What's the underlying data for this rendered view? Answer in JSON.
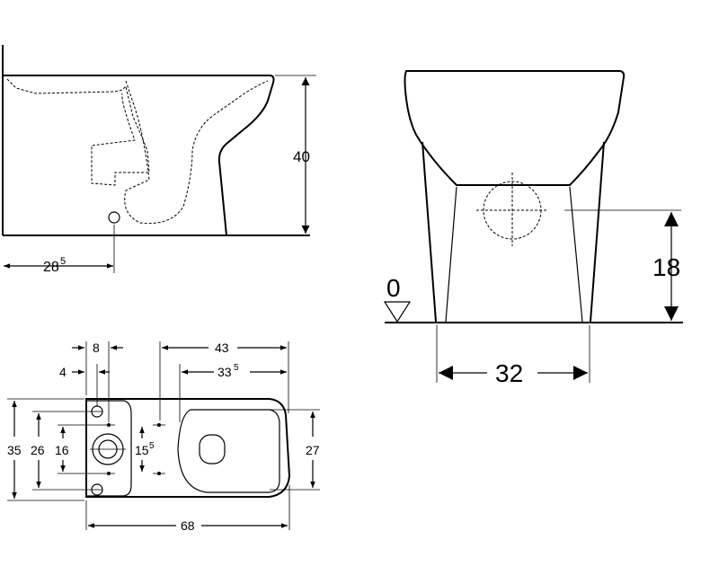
{
  "side_view": {
    "height": "40",
    "outlet_distance": "28",
    "outlet_distance_sup": "5"
  },
  "front_view": {
    "floor_level": "0",
    "outlet_height": "18",
    "base_width": "32"
  },
  "plan_view": {
    "d8": "8",
    "d4": "4",
    "d43": "43",
    "d33": "33",
    "d33_sup": "5",
    "d35": "35",
    "d26": "26",
    "d16": "16",
    "d15": "15",
    "d15_sup": "5",
    "d27": "27",
    "d68": "68"
  }
}
